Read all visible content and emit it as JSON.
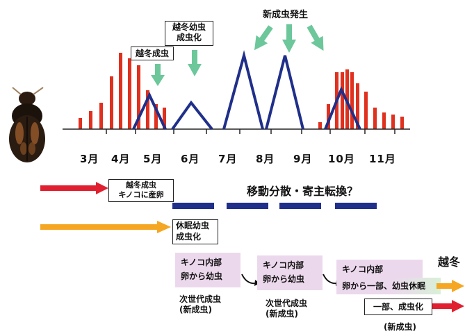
{
  "months": [
    "3月",
    "4月",
    "5月",
    "6月",
    "7月",
    "8月",
    "9月",
    "10月",
    "11月"
  ],
  "labels": {
    "overwinter_adult": "越冬成虫",
    "overwinter_larva_line1": "越冬幼虫",
    "overwinter_larva_line2": "成虫化",
    "new_adult_emergence": "新成虫発生"
  },
  "row1": {
    "line1": "越冬成虫",
    "line2": "キノコに産卵",
    "dispersal": "移動分散・寄主転換？"
  },
  "row2": {
    "line1": "休眠幼虫",
    "line2": "成虫化"
  },
  "stage1": {
    "line1": "キノコ内部",
    "line2": "卵から幼虫",
    "gen_line1": "次世代成虫",
    "gen_line2": "(新成虫)"
  },
  "stage2": {
    "line1": "キノコ内部",
    "line2": "卵から幼虫",
    "gen_line1": "次世代成虫",
    "gen_line2": "(新成虫)"
  },
  "stage3": {
    "line1": "キノコ内部",
    "line2": "卵から一部、幼虫休眠",
    "sub": "一部、成虫化",
    "sub_note": "(新成虫)"
  },
  "overwinter_end": "越冬",
  "colors": {
    "bar_red": "#e0301e",
    "line_blue": "#1f2f8a",
    "arrow_green": "#6cc79a",
    "arrow_red": "#e02030",
    "arrow_orange": "#f5a623",
    "pink_box": "#ecd8ec",
    "green_box": "#d8f0d8"
  },
  "icons": [
    "beetle-photo",
    "down-arrow-icon",
    "right-arrow-icon",
    "curved-arrow-icon"
  ]
}
